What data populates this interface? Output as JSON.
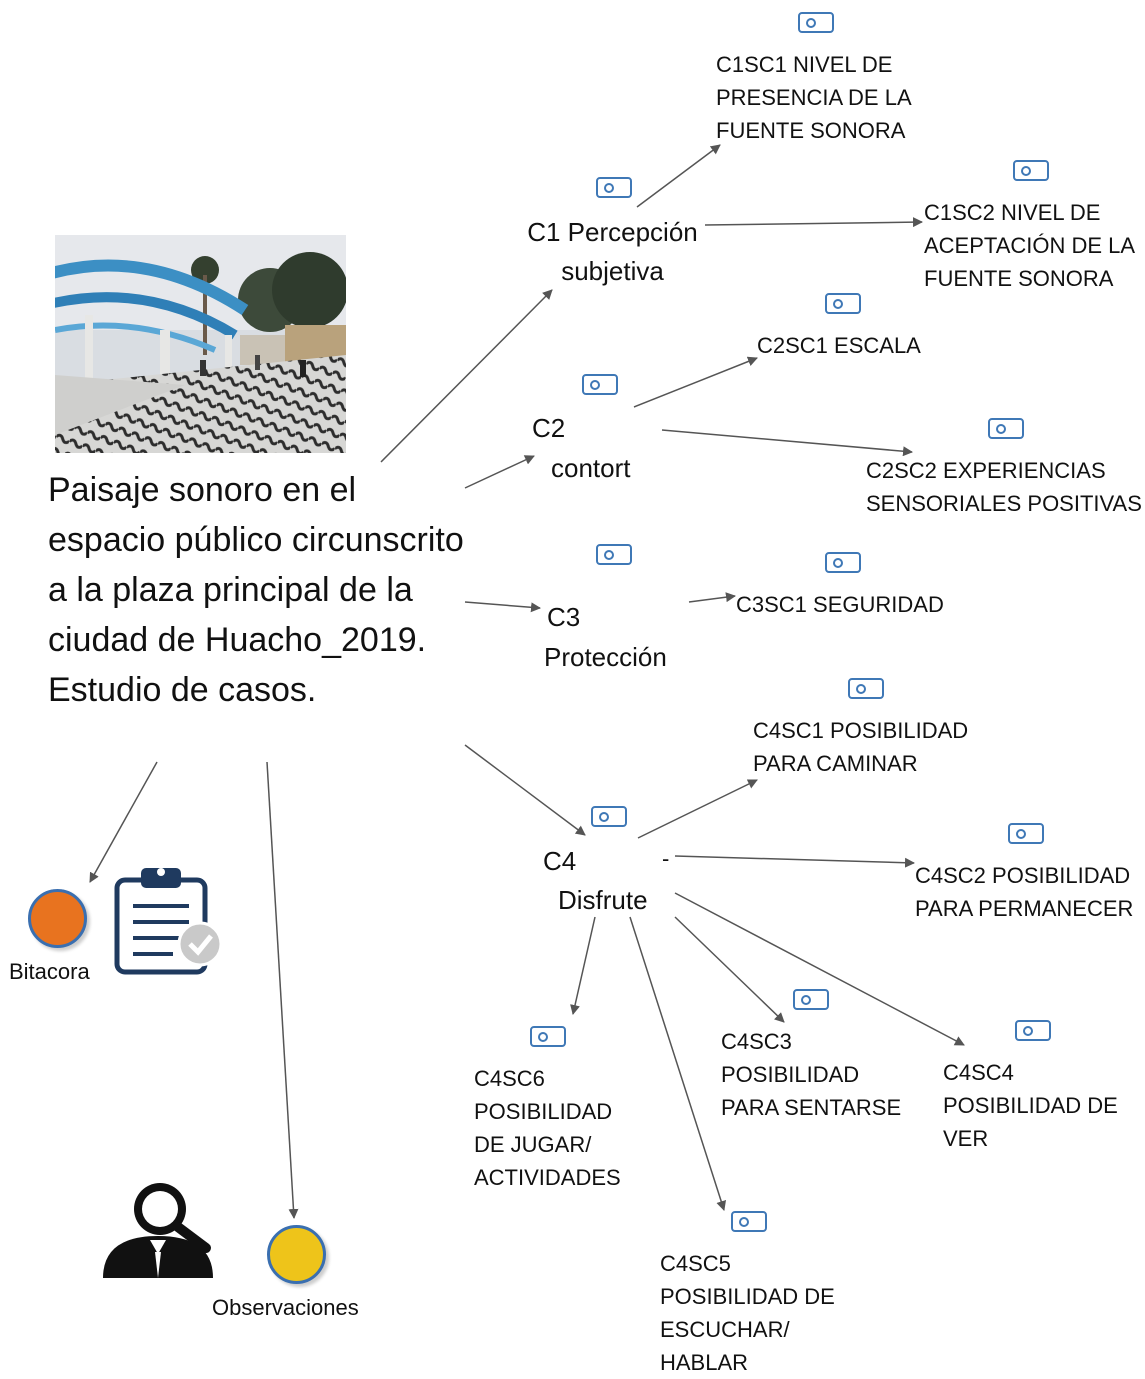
{
  "diagram": {
    "main_title": "Paisaje sonoro en el espacio público circunscrito a la plaza principal de la ciudad de Huacho_2019. Estudio de casos.",
    "categories": {
      "c1": "C1 Percepción\nsubjetiva",
      "c2_code": "C2",
      "c2_name": "contort",
      "c3_code": "C3",
      "c3_name": "Protección",
      "c4_code": "C4",
      "c4_name": "Disfrute"
    },
    "subcategories": {
      "c1sc1": "C1SC1 NIVEL DE\nPRESENCIA DE LA\nFUENTE SONORA",
      "c1sc2": "C1SC2 NIVEL DE\nACEPTACIÓN DE LA\nFUENTE SONORA",
      "c2sc1": "C2SC1 ESCALA",
      "c2sc2": "C2SC2 EXPERIENCIAS\nSENSORIALES POSITIVAS",
      "c3sc1": "C3SC1 SEGURIDAD",
      "c4sc1": "C4SC1 POSIBILIDAD\nPARA CAMINAR",
      "c4sc2": "C4SC2 POSIBILIDAD\nPARA PERMANECER",
      "c4sc3": "C4SC3\nPOSIBILIDAD\nPARA SENTARSE",
      "c4sc4": "C4SC4\nPOSIBILIDAD DE\nVER",
      "c4sc5": "C4SC5\nPOSIBILIDAD DE\nESCUCHAR/\nHABLAR",
      "c4sc6": "C4SC6\nPOSIBILIDAD\nDE JUGAR/\nACTIVIDADES"
    },
    "instruments": {
      "bitacora": "Bitacora",
      "observaciones": "Observaciones"
    },
    "dash_mark": "-",
    "colors": {
      "arrow": "#555555",
      "doc_icon": "#3f78b6",
      "bitacora_dot": "#e8731f",
      "observaciones_dot": "#eec41a",
      "dot_border": "#3a6fb0",
      "clipboard": "#1f3a5f"
    },
    "icons": [
      "document-icon",
      "clipboard-check-icon",
      "person-search-icon",
      "plaza-photo"
    ]
  }
}
